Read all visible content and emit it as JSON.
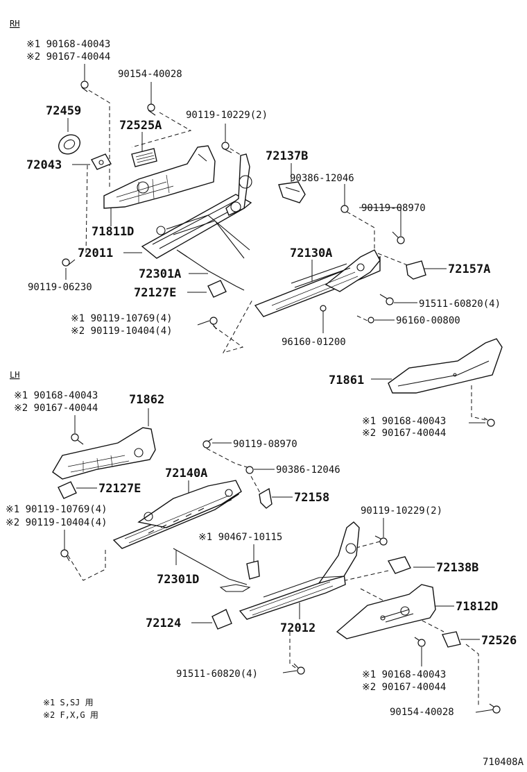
{
  "sections": {
    "rh": "RH",
    "lh": "LH"
  },
  "labels": {
    "rh_90168_a": "※1 90168-40043",
    "rh_90167_a": "※2 90167-40044",
    "rh_90154": "90154-40028",
    "rh_72459": "72459",
    "rh_72525a": "72525A",
    "rh_90119_10229": "90119-10229(2)",
    "rh_72043": "72043",
    "rh_72137b": "72137B",
    "rh_90386": "90386-12046",
    "rh_90119_08970": "90119-08970",
    "rh_71811d": "71811D",
    "rh_72011": "72011",
    "rh_72130a": "72130A",
    "rh_72157a": "72157A",
    "rh_72301a": "72301A",
    "rh_90119_06230": "90119-06230",
    "rh_72127e": "72127E",
    "rh_91511": "91511-60820(4)",
    "rh_90119_10769": "※1 90119-10769(4)",
    "rh_90119_10404": "※2 90119-10404(4)",
    "rh_96160_00800": "96160-00800",
    "rh_96160_01200": "96160-01200",
    "rh_71861": "71861",
    "rh_90168_b": "※1 90168-40043",
    "rh_90167_b": "※2 90167-40044",
    "lh_90168_a": "※1 90168-40043",
    "lh_90167_a": "※2 90167-40044",
    "lh_71862": "71862",
    "lh_90119_08970": "90119-08970",
    "lh_90386": "90386-12046",
    "lh_72140a": "72140A",
    "lh_72127e": "72127E",
    "lh_72158": "72158",
    "lh_90119_10769": "※1 90119-10769(4)",
    "lh_90119_10404": "※2 90119-10404(4)",
    "lh_90119_10229": "90119-10229(2)",
    "lh_90467": "※1 90467-10115",
    "lh_72138b": "72138B",
    "lh_72301d": "72301D",
    "lh_71812d": "71812D",
    "lh_72124": "72124",
    "lh_72012": "72012",
    "lh_72526": "72526",
    "lh_91511": "91511-60820(4)",
    "lh_90168_b": "※1 90168-40043",
    "lh_90167_b": "※2 90167-40044",
    "lh_90154": "90154-40028"
  },
  "notes": {
    "n1": "※1 S,SJ 用",
    "n2": "※2 F,X,G 用"
  },
  "figure_id": "710408A"
}
